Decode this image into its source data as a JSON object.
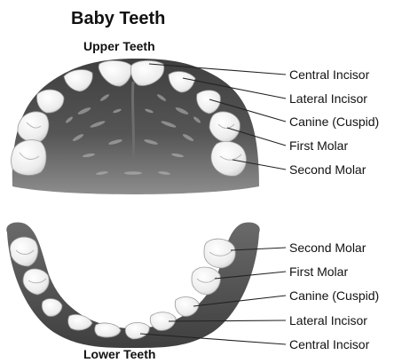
{
  "title": "Baby Teeth",
  "upper": {
    "heading": "Upper Teeth",
    "labels": [
      "Central Incisor",
      "Lateral Incisor",
      "Canine (Cuspid)",
      "First Molar",
      "Second Molar"
    ]
  },
  "lower": {
    "heading": "Lower Teeth",
    "labels": [
      "Second Molar",
      "First Molar",
      "Canine (Cuspid)",
      "Lateral Incisor",
      "Central Incisor"
    ]
  },
  "colors": {
    "gum": "#555555",
    "tooth": "#f1f1f1",
    "text": "#111111"
  }
}
